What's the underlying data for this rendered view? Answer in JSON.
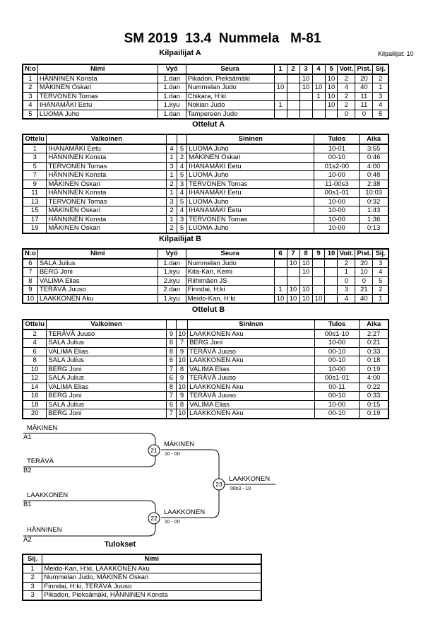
{
  "title": "SM 2019  13.4  Nummela   M-81",
  "competitors_count": "Kilpailijat: 10",
  "pool_a": {
    "title": "Kilpailijat A",
    "headers": [
      "N:o",
      "Nimi",
      "Vyö",
      "Seura",
      "1",
      "2",
      "3",
      "4",
      "5",
      "Voit.",
      "Pist.",
      "Sij."
    ],
    "rows": [
      [
        "1",
        "HÄNNINEN Konsta",
        "1.dan",
        "Pikadon, Pieksämäki",
        "",
        "",
        "10",
        "",
        "10",
        "2",
        "20",
        "2"
      ],
      [
        "2",
        "MÄKINEN Oskari",
        "1.dan",
        "Nummelan Judo",
        "10",
        "",
        "10",
        "10",
        "10",
        "4",
        "40",
        "1"
      ],
      [
        "3",
        "TERVONEN Tomas",
        "1.dan",
        "Chikara, H:ki",
        "",
        "",
        "",
        "1",
        "10",
        "2",
        "11",
        "3"
      ],
      [
        "4",
        "IHANAMÄKI Eetu",
        "1.kyu",
        "Nokian Judo",
        "1",
        "",
        "",
        "",
        "10",
        "2",
        "11",
        "4"
      ],
      [
        "5",
        "LUOMA Juho",
        "1.dan",
        "Tampereen Judo",
        "",
        "",
        "",
        "",
        "",
        "0",
        "0",
        "5"
      ]
    ]
  },
  "matches_a": {
    "title": "Ottelut A",
    "headers": [
      "Ottelu",
      "Valkoinen",
      "",
      "",
      "Sininen",
      "Tulos",
      "Aika"
    ],
    "rows": [
      [
        "1",
        "IHANAMÄKI Eetu",
        "4",
        "5",
        "LUOMA Juho",
        "10-01",
        "3:55"
      ],
      [
        "3",
        "HÄNNINEN Konsta",
        "1",
        "2",
        "MÄKINEN Oskari",
        "00-10",
        "0:46"
      ],
      [
        "5",
        "TERVONEN Tomas",
        "3",
        "4",
        "IHANAMÄKI Eetu",
        "01s2-00",
        "4:00"
      ],
      [
        "7",
        "HÄNNINEN Konsta",
        "1",
        "5",
        "LUOMA Juho",
        "10-00",
        "0:48"
      ],
      [
        "9",
        "MÄKINEN Oskari",
        "2",
        "3",
        "TERVONEN Tomas",
        "11-00s3",
        "2:38"
      ],
      [
        "11",
        "HÄNNINEN Konsta",
        "1",
        "4",
        "IHANAMÄKI Eetu",
        "00s1-01",
        "10:03"
      ],
      [
        "13",
        "TERVONEN Tomas",
        "3",
        "5",
        "LUOMA Juho",
        "10-00",
        "0:32"
      ],
      [
        "15",
        "MÄKINEN Oskari",
        "2",
        "4",
        "IHANAMÄKI Eetu",
        "10-00",
        "1:43"
      ],
      [
        "17",
        "HÄNNINEN Konsta",
        "1",
        "3",
        "TERVONEN Tomas",
        "10-00",
        "1:36"
      ],
      [
        "19",
        "MÄKINEN Oskari",
        "2",
        "5",
        "LUOMA Juho",
        "10-00",
        "0:13"
      ]
    ]
  },
  "pool_b": {
    "title": "Kilpailijat B",
    "headers": [
      "N:o",
      "Nimi",
      "Vyö",
      "Seura",
      "6",
      "7",
      "8",
      "9",
      "10",
      "Voit.",
      "Pist.",
      "Sij."
    ],
    "rows": [
      [
        "6",
        "SALA Julius",
        "1.dan",
        "Nummelan Judo",
        "",
        "10",
        "10",
        "",
        "",
        "2",
        "20",
        "3"
      ],
      [
        "7",
        "BERG Joni",
        "1.kyu",
        "Kita-Kan, Kemi",
        "",
        "",
        "10",
        "",
        "",
        "1",
        "10",
        "4"
      ],
      [
        "8",
        "VALIMA Elias",
        "2.kyu",
        "Riihimäen JS",
        "",
        "",
        "",
        "",
        "",
        "0",
        "0",
        "5"
      ],
      [
        "9",
        "TERÄVÄ Juuso",
        "2.dan",
        "Finndai, H:ki",
        "1",
        "10",
        "10",
        "",
        "",
        "3",
        "21",
        "2"
      ],
      [
        "10",
        "LAAKKONEN Aku",
        "1.kyu",
        "Meido-Kan, H:ki",
        "10",
        "10",
        "10",
        "10",
        "",
        "4",
        "40",
        "1"
      ]
    ]
  },
  "matches_b": {
    "title": "Ottelut B",
    "headers": [
      "Ottelu",
      "Valkoinen",
      "",
      "",
      "Sininen",
      "Tulos",
      "Aika"
    ],
    "rows": [
      [
        "2",
        "TERÄVÄ Juuso",
        "9",
        "10",
        "LAAKKONEN Aku",
        "00s1-10",
        "2:27"
      ],
      [
        "4",
        "SALA Julius",
        "6",
        "7",
        "BERG Joni",
        "10-00",
        "0:21"
      ],
      [
        "6",
        "VALIMA Elias",
        "8",
        "9",
        "TERÄVÄ Juuso",
        "00-10",
        "0:33"
      ],
      [
        "8",
        "SALA Julius",
        "6",
        "10",
        "LAAKKONEN Aku",
        "00-10",
        "0:18"
      ],
      [
        "10",
        "BERG Joni",
        "7",
        "8",
        "VALIMA Elias",
        "10-00",
        "0:19"
      ],
      [
        "12",
        "SALA Julius",
        "6",
        "9",
        "TERÄVÄ Juuso",
        "00s1-01",
        "4:00"
      ],
      [
        "14",
        "VALIMA Elias",
        "8",
        "10",
        "LAAKKONEN Aku",
        "00-11",
        "0:22"
      ],
      [
        "16",
        "BERG Joni",
        "7",
        "9",
        "TERÄVÄ Juuso",
        "00-10",
        "0:33"
      ],
      [
        "18",
        "SALA Julius",
        "6",
        "8",
        "VALIMA Elias",
        "10-00",
        "0:15"
      ],
      [
        "20",
        "BERG Joni",
        "7",
        "10",
        "LAAKKONEN Aku",
        "00-10",
        "0:19"
      ]
    ]
  },
  "bracket": {
    "m21_top": "MÄKINEN",
    "m21_top_seed": "A1",
    "m21_bot": "TERÄVÄ",
    "m21_bot_seed": "B2",
    "m21_num": "21",
    "m21_winner": "MÄKINEN",
    "m21_score": "10 - 00",
    "m22_top": "LAAKKONEN",
    "m22_top_seed": "B1",
    "m22_bot": "HÄNNINEN",
    "m22_bot_seed": "A2",
    "m22_num": "22",
    "m22_winner": "LAAKKONEN",
    "m22_score": "10 - 00",
    "m23_num": "23",
    "m23_winner": "LAAKKONEN",
    "m23_score": "00s3 - 10"
  },
  "results": {
    "title": "Tulokset",
    "headers": [
      "Sij.",
      "Nimi"
    ],
    "rows": [
      [
        "1",
        "Meido-Kan, H:ki, LAAKKONEN Aku"
      ],
      [
        "2",
        "Nummelan Judo, MÄKINEN Oskari"
      ],
      [
        "3",
        "Finndai, H:ki, TERÄVÄ Juuso"
      ],
      [
        "3",
        "Pikadon, Pieksämäki, HÄNNINEN Konsta"
      ]
    ]
  }
}
